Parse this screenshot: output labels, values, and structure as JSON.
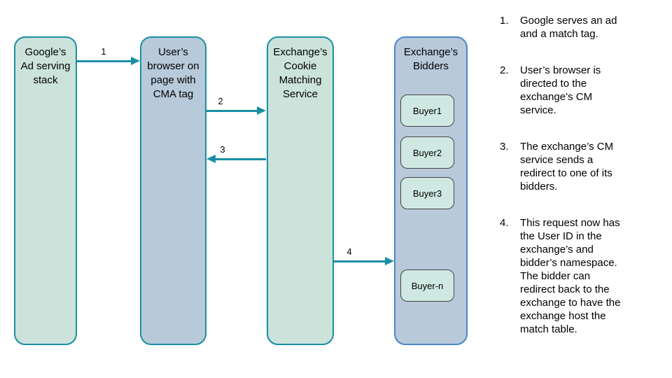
{
  "colors": {
    "accent_teal": "#1a8fa3",
    "node_green_fill": "#cbe3da",
    "node_blue_fill": "#b8c9da",
    "bidders_border_blue": "#4a86c6",
    "buyer_fill": "#cfe9e2",
    "buyer_border": "#444444",
    "text": "#000000"
  },
  "diagram": {
    "nodes": [
      {
        "id": "google-ad-stack",
        "label": "Google’s\nAd serving\nstack"
      },
      {
        "id": "user-browser",
        "label": "User’s\nbrowser on\npage with\nCMA tag"
      },
      {
        "id": "exchange-cm-service",
        "label": "Exchange’s\nCookie\nMatching\nService"
      },
      {
        "id": "exchange-bidders",
        "label": "Exchange’s\nBidders"
      }
    ],
    "buyers": [
      "Buyer1",
      "Buyer2",
      "Buyer3",
      "Buyer-n"
    ],
    "arrows": [
      {
        "label": "1",
        "from": "google-ad-stack",
        "to": "user-browser",
        "direction": "right"
      },
      {
        "label": "2",
        "from": "user-browser",
        "to": "exchange-cm-service",
        "direction": "right"
      },
      {
        "label": "3",
        "from": "exchange-cm-service",
        "to": "user-browser",
        "direction": "left"
      },
      {
        "label": "4",
        "from": "exchange-cm-service",
        "to": "exchange-bidders",
        "direction": "right"
      }
    ]
  },
  "steps": [
    {
      "num": "1.",
      "text": "Google serves an ad\nand a match tag."
    },
    {
      "num": "2.",
      "text": "User’s browser is\ndirected to the\nexchange’s CM\nservice."
    },
    {
      "num": "3.",
      "text": "The exchange’s CM\nservice sends a\nredirect to one of its\nbidders."
    },
    {
      "num": "4.",
      "text": "This request now has\nthe User ID in the\nexchange’s and\nbidder’s namespace.\nThe bidder can\nredirect back to the\nexchange to have the\nexchange host the\nmatch table."
    }
  ]
}
